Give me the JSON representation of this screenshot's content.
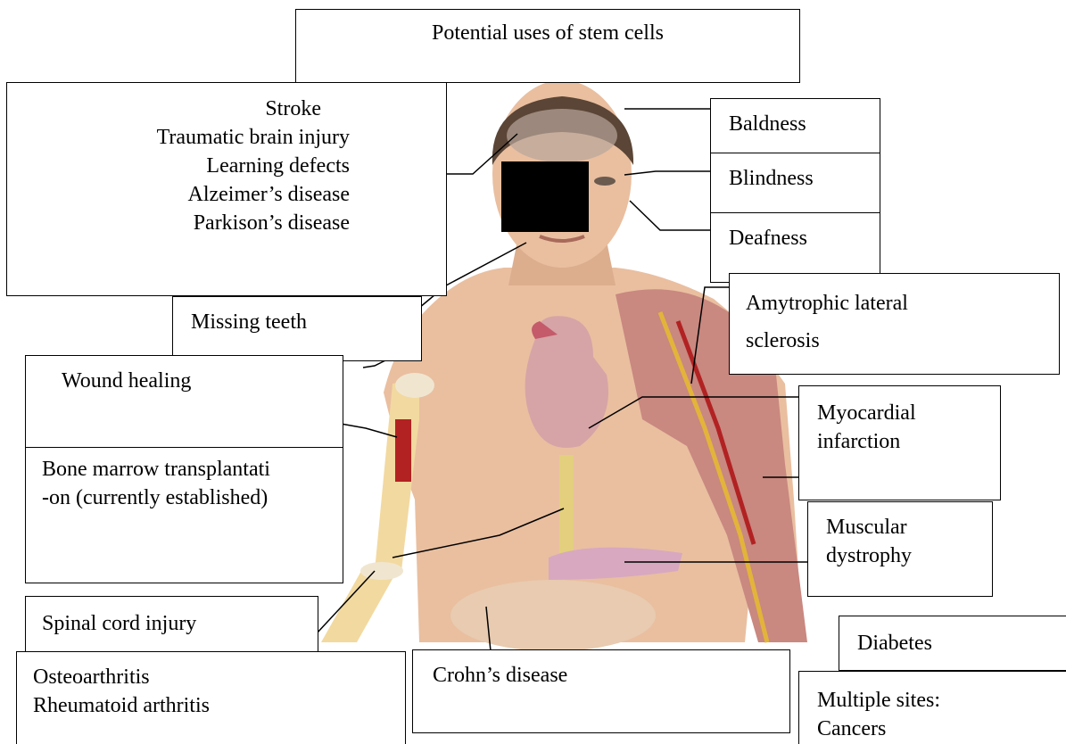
{
  "title": "Potential uses of stem cells",
  "labels": {
    "brain": [
      "Stroke",
      "Traumatic brain injury",
      "Learning defects",
      "Alzeimer’s disease",
      "Parkison’s disease"
    ],
    "baldness": "Baldness",
    "blindness": "Blindness",
    "deafness": "Deafness",
    "missing_teeth": "Missing teeth",
    "als": [
      "Amytrophic lateral",
      "sclerosis"
    ],
    "wound_healing": "Wound healing",
    "myocardial": [
      "Myocardial",
      "infarction"
    ],
    "bone_marrow": [
      "Bone marrow transplantati",
      "-on (currently established)"
    ],
    "muscular": [
      "Muscular",
      "dystrophy"
    ],
    "spinal": "Spinal cord injury",
    "diabetes": "Diabetes",
    "arthritis": [
      "Osteoarthritis",
      "Rheumatoid arthritis"
    ],
    "crohns": "Crohn’s disease",
    "multiple": [
      "Multiple sites:",
      "Cancers"
    ]
  },
  "colors": {
    "skin": "#e9bfa0",
    "skin_shadow": "#c9977a",
    "hair": "#5a4536",
    "muscle": "#c98880",
    "heart": "#c45a6a",
    "bone": "#f2d9a0",
    "nerve": "#e3b43a",
    "gut": "#e8cbb0",
    "redaction": "#000000",
    "line": "#000000"
  },
  "icons": {
    "figure": "human-anatomy-figure",
    "censor": "redaction-block"
  }
}
